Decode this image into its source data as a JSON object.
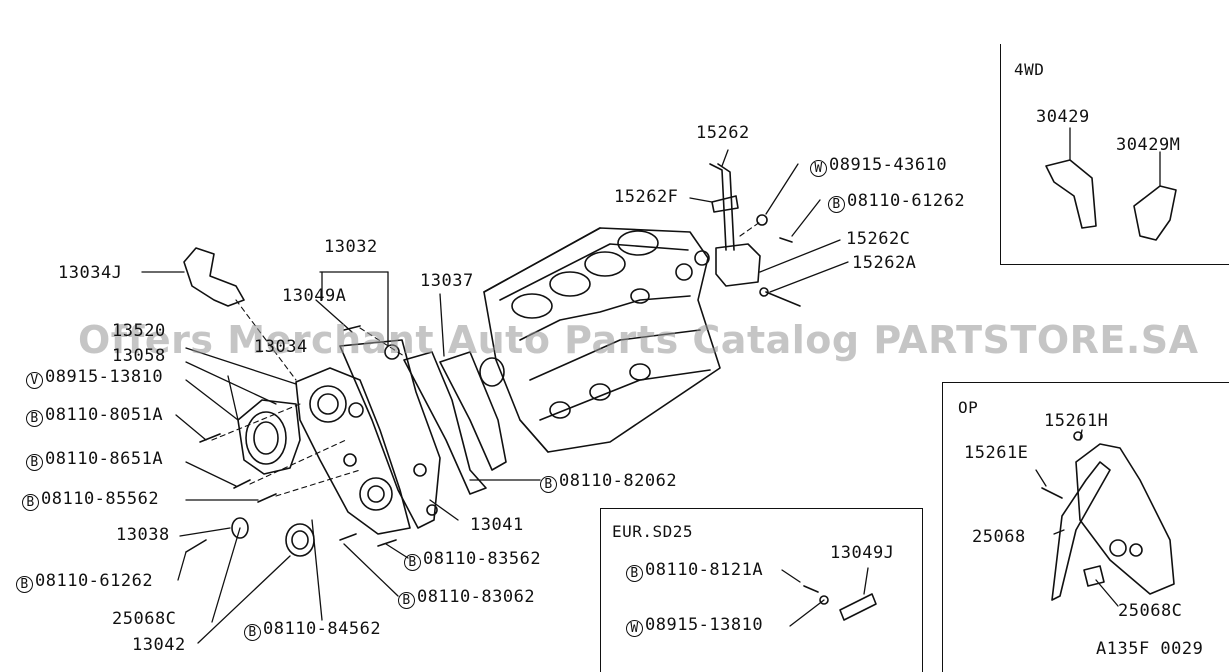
{
  "watermark": "Offers Merchant Auto Parts Catalog PARTSTORE.SA",
  "diagram_code": "A135F 0029",
  "insets": {
    "fwd": {
      "title": "4WD",
      "labels": [
        "30429",
        "30429M"
      ]
    },
    "eur": {
      "title": "EUR.SD25",
      "labels": [
        "08110-8121A",
        "13049J",
        "08915-13810"
      ],
      "prefixes": [
        "B",
        "W"
      ]
    },
    "op": {
      "title": "OP",
      "labels": [
        "15261H",
        "15261E",
        "25068",
        "25068C"
      ]
    }
  },
  "parts": {
    "p15262": "15262",
    "p08915_43610": "08915-43610",
    "p15262F": "15262F",
    "p08110_61262_top": "08110-61262",
    "p15262C": "15262C",
    "p15262A": "15262A",
    "p13032": "13032",
    "p13034J": "13034J",
    "p13037": "13037",
    "p13049A": "13049A",
    "p13520": "13520",
    "p13058": "13058",
    "p13034": "13034",
    "p08915_13810": "08915-13810",
    "p08110_8051A": "08110-8051A",
    "p08110_8651A": "08110-8651A",
    "p08110_85562": "08110-85562",
    "p08110_82062": "08110-82062",
    "p13041": "13041",
    "p13038": "13038",
    "p08110_61262_bot": "08110-61262",
    "p08110_83562": "08110-83562",
    "p08110_83062": "08110-83062",
    "p25068C": "25068C",
    "p13042": "13042",
    "p08110_84562": "08110-84562"
  },
  "prefix": {
    "B": "B",
    "W": "W",
    "V": "V"
  }
}
